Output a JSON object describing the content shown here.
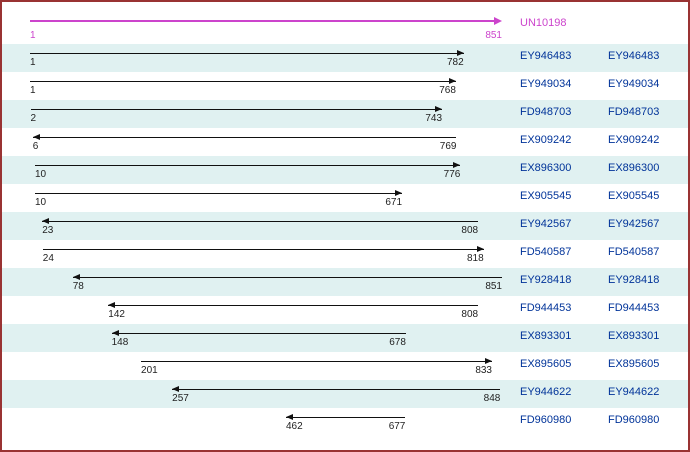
{
  "colors": {
    "border": "#993333",
    "stripe": "#e0f1f1",
    "accent_magenta": "#cc44cc",
    "link_blue": "#003399",
    "arrow_black": "#111111"
  },
  "scale": {
    "min": 1,
    "max": 851
  },
  "reference": {
    "name": "UN10198",
    "start": 1,
    "end": 851,
    "strand": "+"
  },
  "alignments": [
    {
      "name": "EY946483",
      "start": 1,
      "end": 782,
      "strand": "+"
    },
    {
      "name": "EY949034",
      "start": 1,
      "end": 768,
      "strand": "+"
    },
    {
      "name": "FD948703",
      "start": 2,
      "end": 743,
      "strand": "+"
    },
    {
      "name": "EX909242",
      "start": 6,
      "end": 769,
      "strand": "-"
    },
    {
      "name": "EX896300",
      "start": 10,
      "end": 776,
      "strand": "+"
    },
    {
      "name": "EX905545",
      "start": 10,
      "end": 671,
      "strand": "+"
    },
    {
      "name": "EY942567",
      "start": 23,
      "end": 808,
      "strand": "-"
    },
    {
      "name": "FD540587",
      "start": 24,
      "end": 818,
      "strand": "+"
    },
    {
      "name": "EY928418",
      "start": 78,
      "end": 851,
      "strand": "-"
    },
    {
      "name": "FD944453",
      "start": 142,
      "end": 808,
      "strand": "-"
    },
    {
      "name": "EX893301",
      "start": 148,
      "end": 678,
      "strand": "-"
    },
    {
      "name": "EX895605",
      "start": 201,
      "end": 833,
      "strand": "+"
    },
    {
      "name": "EY944622",
      "start": 257,
      "end": 848,
      "strand": "-"
    },
    {
      "name": "FD960980",
      "start": 462,
      "end": 677,
      "strand": "-"
    }
  ]
}
